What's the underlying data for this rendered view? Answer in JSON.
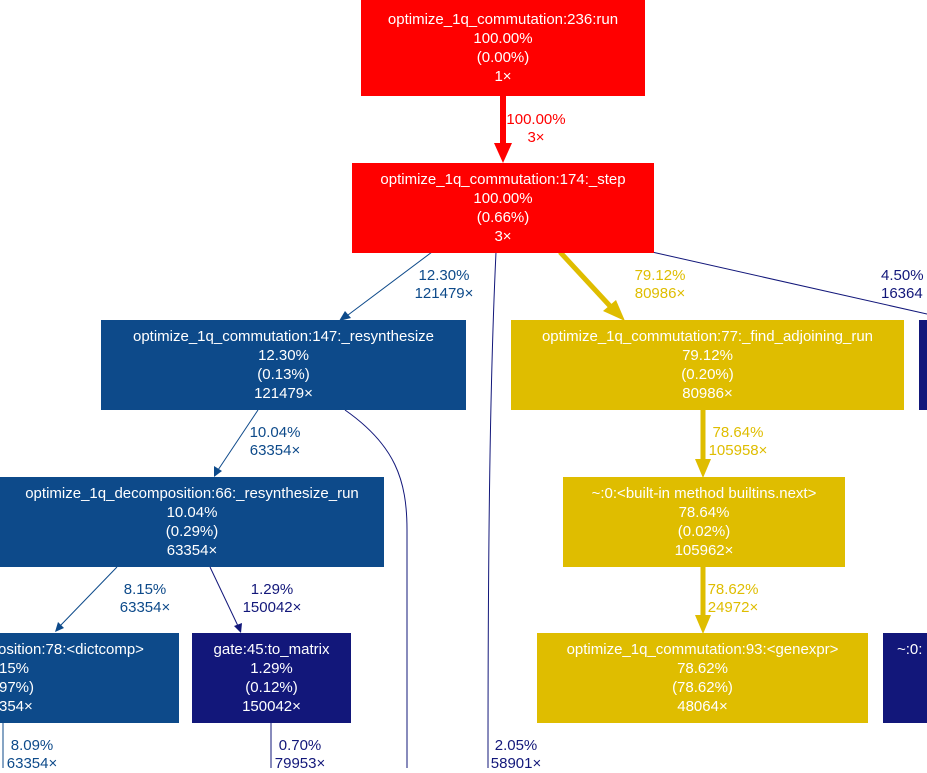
{
  "colors": {
    "red": "#ff0000",
    "gold": "#dfbd00",
    "blue_mid": "#0d4a8a",
    "blue_dark": "#12177a"
  },
  "nodes": [
    {
      "id": "run236",
      "lines": [
        "optimize_1q_commutation:236:run",
        "100.00%",
        "(0.00%)",
        "1×"
      ]
    },
    {
      "id": "step174",
      "lines": [
        "optimize_1q_commutation:174:_step",
        "100.00%",
        "(0.66%)",
        "3×"
      ]
    },
    {
      "id": "resynth147",
      "lines": [
        "optimize_1q_commutation:147:_resynthesize",
        "12.30%",
        "(0.13%)",
        "121479×"
      ]
    },
    {
      "id": "adjoin77",
      "lines": [
        "optimize_1q_commutation:77:_find_adjoining_run",
        "79.12%",
        "(0.20%)",
        "80986×"
      ]
    },
    {
      "id": "decomp66",
      "lines": [
        "optimize_1q_decomposition:66:_resynthesize_run",
        "10.04%",
        "(0.29%)",
        "63354×"
      ]
    },
    {
      "id": "next",
      "lines": [
        "~:0:<built-in method builtins.next>",
        "78.64%",
        "(0.02%)",
        "105962×"
      ]
    },
    {
      "id": "dictcomp78",
      "lines": [
        "osition:78:<dictcomp>",
        "15%",
        "97%)",
        "354×"
      ]
    },
    {
      "id": "tomatrix45",
      "lines": [
        "gate:45:to_matrix",
        "1.29%",
        "(0.12%)",
        "150042×"
      ]
    },
    {
      "id": "genexpr93",
      "lines": [
        "optimize_1q_commutation:93:<genexpr>",
        "78.62%",
        "(78.62%)",
        "48064×"
      ]
    },
    {
      "id": "right_partial",
      "lines": [
        "~:0:"
      ]
    },
    {
      "id": "far_right",
      "lines": []
    }
  ],
  "edges": [
    {
      "id": "e_run_step",
      "pct": "100.00%",
      "calls": "3×"
    },
    {
      "id": "e_step_resynth",
      "pct": "12.30%",
      "calls": "121479×"
    },
    {
      "id": "e_step_adjoin",
      "pct": "79.12%",
      "calls": "80986×"
    },
    {
      "id": "e_step_right",
      "pct": "4.50%",
      "calls": "16364"
    },
    {
      "id": "e_step_down",
      "pct": "2.05%",
      "calls": "58901×"
    },
    {
      "id": "e_resynth_decomp",
      "pct": "10.04%",
      "calls": "63354×"
    },
    {
      "id": "e_adjoin_next",
      "pct": "78.64%",
      "calls": "105958×"
    },
    {
      "id": "e_decomp_dict",
      "pct": "8.15%",
      "calls": "63354×"
    },
    {
      "id": "e_decomp_tomatrix",
      "pct": "1.29%",
      "calls": "150042×"
    },
    {
      "id": "e_next_genexpr",
      "pct": "78.62%",
      "calls": "24972×"
    },
    {
      "id": "e_dict_down",
      "pct": "8.09%",
      "calls": "63354×"
    },
    {
      "id": "e_tomatrix_down",
      "pct": "0.70%",
      "calls": "79953×"
    }
  ]
}
